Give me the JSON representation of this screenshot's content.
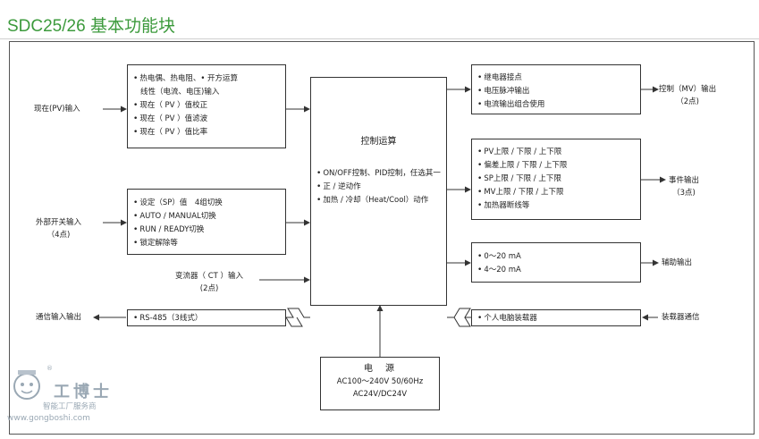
{
  "title": "SDC25/26 基本功能块",
  "inputs": {
    "pv": {
      "label": "现在(PV)输入",
      "items": [
        "热电偶、热电阻、• 开方运算",
        "线性（电流、电压)输入",
        "现在（ PV ）值校正",
        "现在（ PV ）值滤波",
        "现在（ PV ）值比率"
      ]
    },
    "external": {
      "label_line1": "外部开关输入",
      "label_line2": "（4点)",
      "items": [
        "设定（SP）值　4组切换",
        "AUTO / MANUAL切换",
        "RUN / READY切换",
        "锁定解除等"
      ]
    },
    "ct": {
      "label_line1": "变流器（ CT ）输入",
      "label_line2": "(2点)"
    },
    "comm": {
      "label": "通信输入输出",
      "item": "RS-485（3线式）"
    }
  },
  "center": {
    "title": "控制运算",
    "items": [
      "ON/OFF控制、PID控制，任选其一",
      "正 / 逆动作",
      "加热 / 冷却（Heat/Cool）动作"
    ]
  },
  "power": {
    "title": "电　源",
    "line1": "AC100〜240V 50/60Hz",
    "line2": "AC24V/DC24V"
  },
  "outputs": {
    "control": {
      "label_line1": "控制（MV）输出",
      "label_line2": "（2点)",
      "items": [
        "继电器接点",
        "电压脉冲输出",
        "电流输出组合使用"
      ]
    },
    "event": {
      "label_line1": "事件输出",
      "label_line2": "（3点)",
      "items": [
        "PV上限 / 下限 / 上下限",
        "偏差上限 / 下限 / 上下限",
        "SP上限 / 下限 / 上下限",
        "MV上限 / 下限 / 上下限",
        "加热器断线等"
      ]
    },
    "aux": {
      "label": "辅助输出",
      "items": [
        "0〜20 mA",
        "4〜20 mA"
      ]
    },
    "loader": {
      "label": "装载器通信",
      "item": "个人电脑装载器"
    }
  },
  "watermark": {
    "brand": "工博士",
    "tagline": "智能工厂服务商",
    "url": "www.gongboshi.com",
    "registered": "®"
  },
  "colors": {
    "title": "#3c9a3c",
    "line": "#333333",
    "watermark": "#9aa8b4"
  }
}
